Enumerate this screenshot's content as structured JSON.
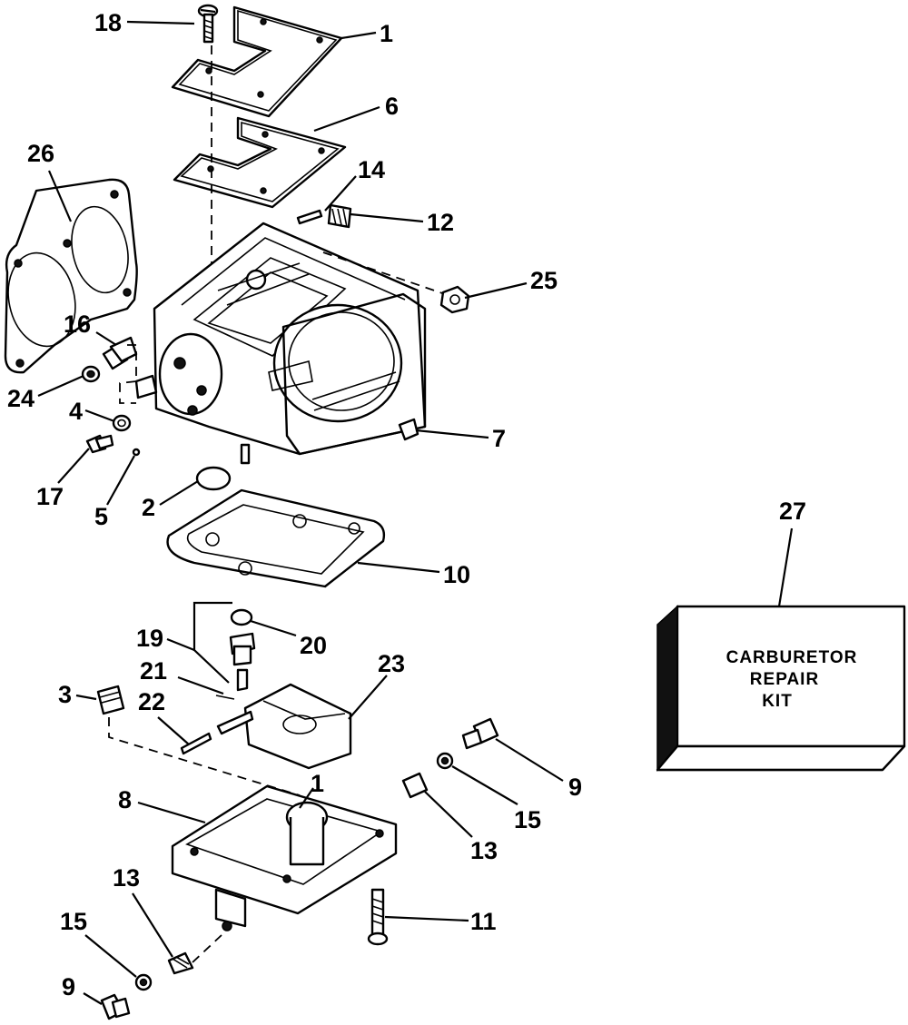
{
  "callouts": [
    {
      "id": "c18a",
      "label": "18"
    },
    {
      "id": "c1a",
      "label": "1"
    },
    {
      "id": "c6",
      "label": "6"
    },
    {
      "id": "c26",
      "label": "26"
    },
    {
      "id": "c14",
      "label": "14"
    },
    {
      "id": "c12",
      "label": "12"
    },
    {
      "id": "c25",
      "label": "25"
    },
    {
      "id": "c16",
      "label": "16"
    },
    {
      "id": "c24",
      "label": "24"
    },
    {
      "id": "c4",
      "label": "4"
    },
    {
      "id": "c7",
      "label": "7"
    },
    {
      "id": "c17",
      "label": "17"
    },
    {
      "id": "c5",
      "label": "5"
    },
    {
      "id": "c2",
      "label": "2"
    },
    {
      "id": "c27",
      "label": "27"
    },
    {
      "id": "c10",
      "label": "10"
    },
    {
      "id": "c19",
      "label": "19"
    },
    {
      "id": "c20",
      "label": "20"
    },
    {
      "id": "c21",
      "label": "21"
    },
    {
      "id": "c23",
      "label": "23"
    },
    {
      "id": "c3",
      "label": "3"
    },
    {
      "id": "c22",
      "label": "22"
    },
    {
      "id": "c9a",
      "label": "9"
    },
    {
      "id": "c8",
      "label": "8"
    },
    {
      "id": "c1b",
      "label": "1"
    },
    {
      "id": "c15a",
      "label": "15"
    },
    {
      "id": "c13a",
      "label": "13"
    },
    {
      "id": "c13b",
      "label": "13"
    },
    {
      "id": "c11",
      "label": "11"
    },
    {
      "id": "c15b",
      "label": "15"
    },
    {
      "id": "c9b",
      "label": "9"
    }
  ],
  "kit": {
    "line1": "CARBURETOR",
    "line2": "REPAIR",
    "line3": "KIT"
  }
}
